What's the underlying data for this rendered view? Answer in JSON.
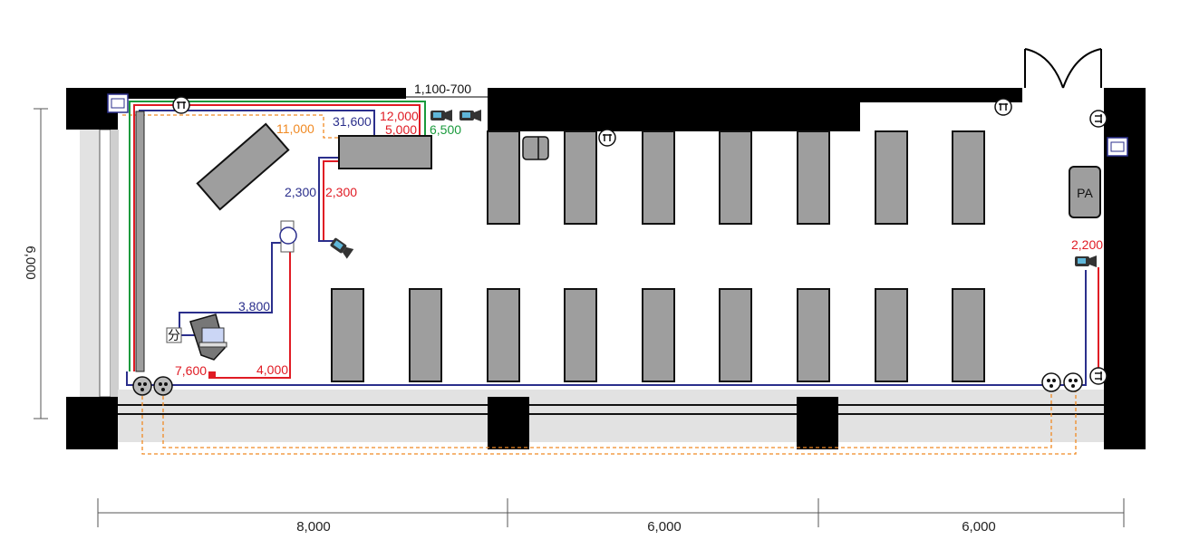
{
  "dimensions": {
    "bottom": [
      "8,000",
      "6,000",
      "6,000"
    ],
    "left": "6,000",
    "opening": "1,100-700"
  },
  "cable_labels": {
    "blue_31600": "31,600",
    "red_12000": "12,000",
    "red_5000": "5,000",
    "green_6500": "6,500",
    "orange_11000": "11,000",
    "blue_2300": "2,300",
    "red_2300": "2,300",
    "blue_3800": "3,800",
    "red_7600": "7,600",
    "red_4000": "4,000",
    "red_2200": "2,200"
  },
  "labels": {
    "pa": "PA",
    "splitter": "分"
  },
  "colors": {
    "wall": "#000000",
    "table": "#9e9e9e",
    "blue_cable": "#2b2f8c",
    "red_cable": "#e01b24",
    "green_cable": "#1a9a3c",
    "orange_cable": "#f08a24",
    "floor_strip": "#e2e2e2"
  },
  "icons": [
    "video-camera-icon",
    "network-port-icon",
    "outlet-icon",
    "floor-outlet-icon",
    "laptop-icon",
    "microphone-icon",
    "door-icon"
  ]
}
